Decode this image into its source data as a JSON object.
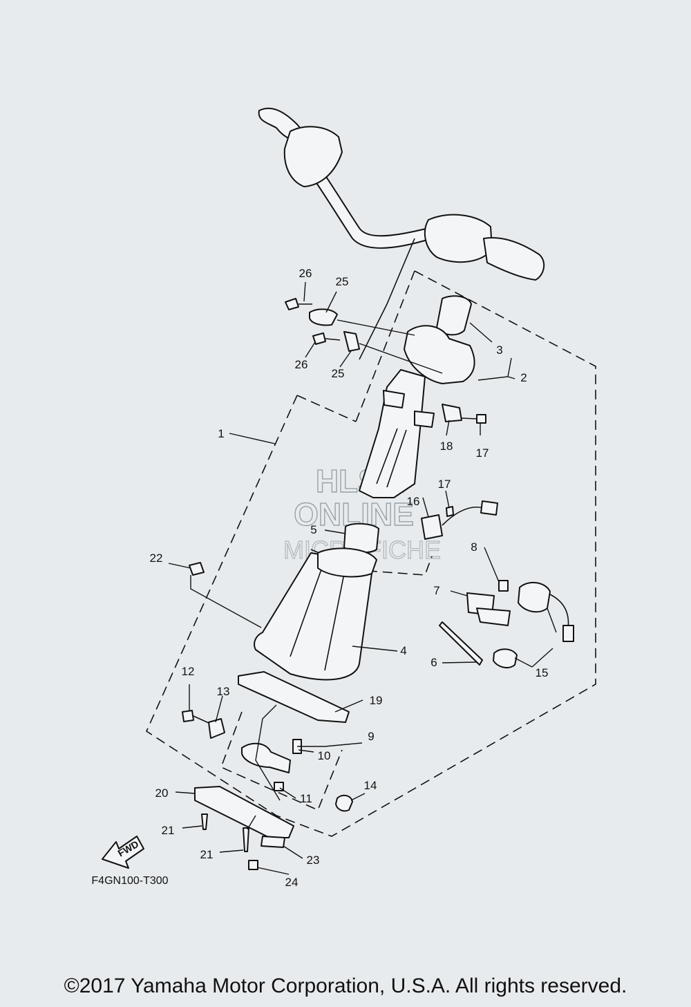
{
  "diagram": {
    "code": "F4GN100-T300",
    "fwd_label": "FWD",
    "watermark": [
      "HLSM",
      "ONLINE",
      "MICROFICHE"
    ],
    "callouts": [
      {
        "id": "c1",
        "label": "1"
      },
      {
        "id": "c2",
        "label": "2"
      },
      {
        "id": "c3",
        "label": "3"
      },
      {
        "id": "c4",
        "label": "4"
      },
      {
        "id": "c5",
        "label": "5"
      },
      {
        "id": "c6",
        "label": "6"
      },
      {
        "id": "c7",
        "label": "7"
      },
      {
        "id": "c8",
        "label": "8"
      },
      {
        "id": "c9",
        "label": "9"
      },
      {
        "id": "c10",
        "label": "10"
      },
      {
        "id": "c11",
        "label": "11"
      },
      {
        "id": "c12",
        "label": "12"
      },
      {
        "id": "c13",
        "label": "13"
      },
      {
        "id": "c14",
        "label": "14"
      },
      {
        "id": "c15",
        "label": "15"
      },
      {
        "id": "c16",
        "label": "16"
      },
      {
        "id": "c17a",
        "label": "17"
      },
      {
        "id": "c17b",
        "label": "17"
      },
      {
        "id": "c18",
        "label": "18"
      },
      {
        "id": "c19",
        "label": "19"
      },
      {
        "id": "c20",
        "label": "20"
      },
      {
        "id": "c21a",
        "label": "21"
      },
      {
        "id": "c21b",
        "label": "21"
      },
      {
        "id": "c22",
        "label": "22"
      },
      {
        "id": "c23",
        "label": "23"
      },
      {
        "id": "c24",
        "label": "24"
      },
      {
        "id": "c25a",
        "label": "25"
      },
      {
        "id": "c25b",
        "label": "25"
      },
      {
        "id": "c26a",
        "label": "26"
      },
      {
        "id": "c26b",
        "label": "26"
      }
    ]
  },
  "footer": {
    "copyright": "©2017 Yamaha Motor Corporation, U.S.A. All rights reserved."
  }
}
